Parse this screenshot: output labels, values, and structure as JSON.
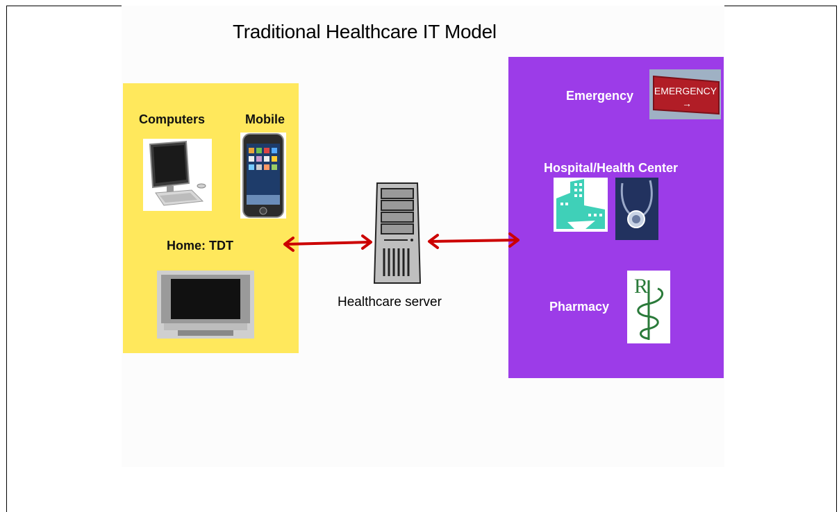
{
  "diagram": {
    "title": "Traditional Healthcare IT Model",
    "left_panel": {
      "computers_label": "Computers",
      "mobile_label": "Mobile",
      "home_label": "Home: TDT",
      "color": "#ffe85c"
    },
    "server": {
      "caption": "Healthcare server"
    },
    "right_panel": {
      "emergency_label": "Emergency",
      "emergency_sign_text": "EMERGENCY",
      "hospital_label": "Hospital/Health Center",
      "pharmacy_label": "Pharmacy",
      "pharmacy_sign_text": "R",
      "color": "#9c3ce8"
    },
    "arrow_color": "#cc0000"
  }
}
